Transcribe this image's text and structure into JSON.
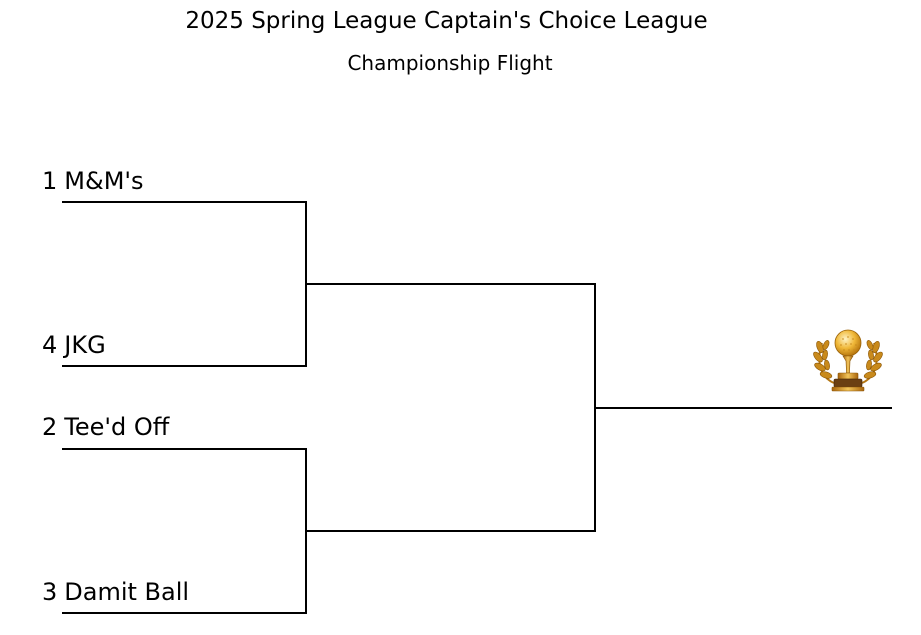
{
  "title": "2025 Spring League Captain's Choice League",
  "subtitle": "Championship Flight",
  "teams": [
    {
      "seed": "1",
      "name": "M&M's"
    },
    {
      "seed": "4",
      "name": "JKG"
    },
    {
      "seed": "2",
      "name": "Tee'd Off"
    },
    {
      "seed": "3",
      "name": "Damit Ball"
    }
  ],
  "trophy_icon": "golf-trophy-icon"
}
